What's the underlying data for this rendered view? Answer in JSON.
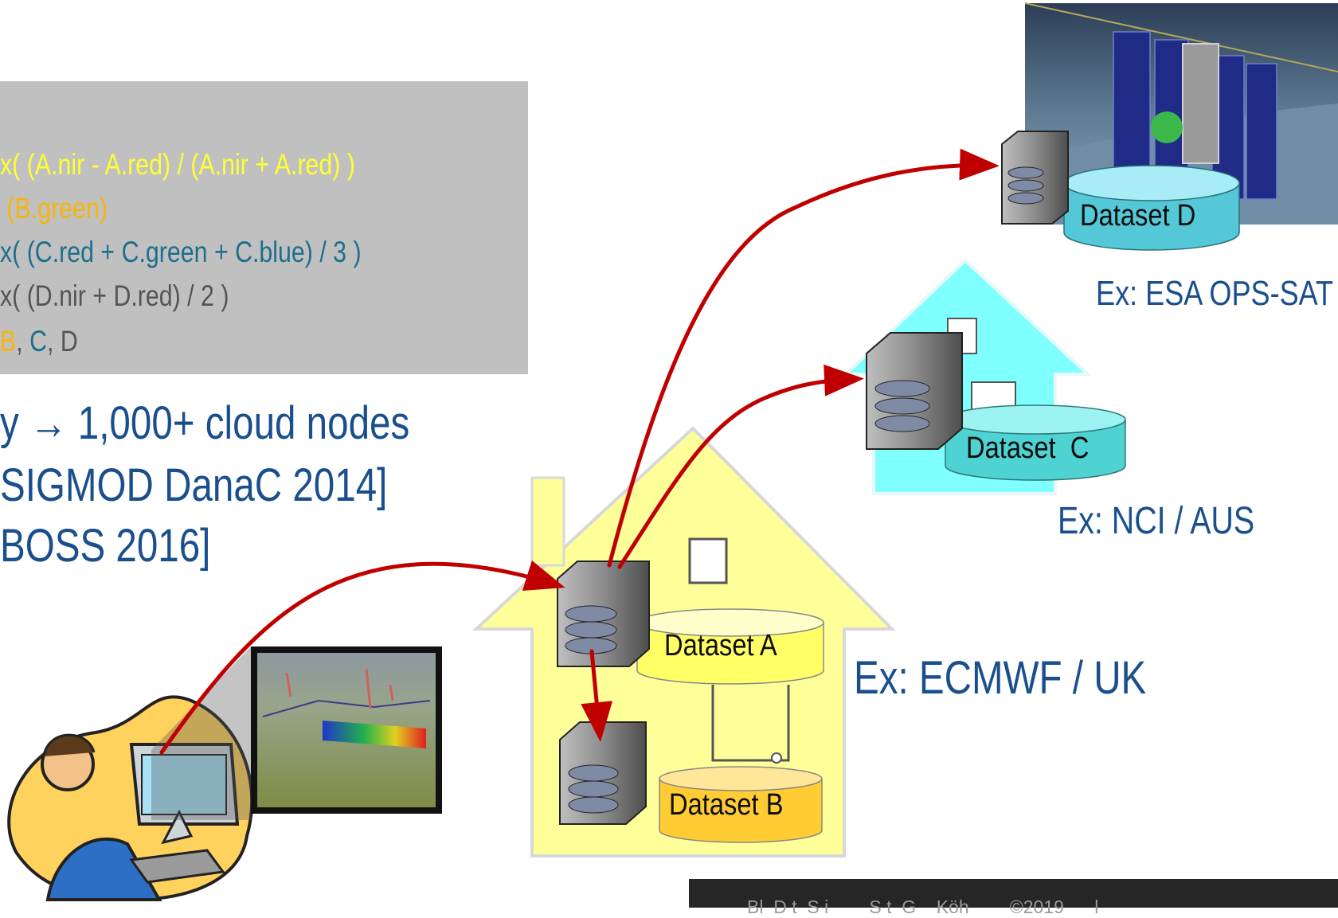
{
  "query": {
    "line1": "x( (A.nir - A.red) / (A.nir + A.red) )",
    "line2": " (B.green)",
    "line3": "x( (C.red + C.green + C.blue) / 3 )",
    "line4": "x( (D.nir + D.red) / 2 )",
    "line5_b": "B",
    "line5_sep1": ", ",
    "line5_c": "C",
    "line5_sep2": ", D"
  },
  "headline": {
    "line1": "y → 1,000+ cloud nodes",
    "line2": "SIGMOD DanaC 2014]",
    "line3": "BOSS 2016]"
  },
  "datasets": {
    "a": "Dataset A",
    "b": "Dataset B",
    "c": "Dataset  C",
    "d": "Dataset D"
  },
  "sites": {
    "ecmwf": "Ex: ECMWF / UK",
    "nci": "Ex: NCI / AUS",
    "esa": "Ex: ESA OPS-SAT"
  },
  "footer": "Bl  D t  S i        S t  G    Köh        ©2019      l      ",
  "colors": {
    "yellow_house": "#ffff99",
    "cyan_house": "#80ffff",
    "arrow": "#c00000",
    "text_blue": "#1a4f8e"
  }
}
